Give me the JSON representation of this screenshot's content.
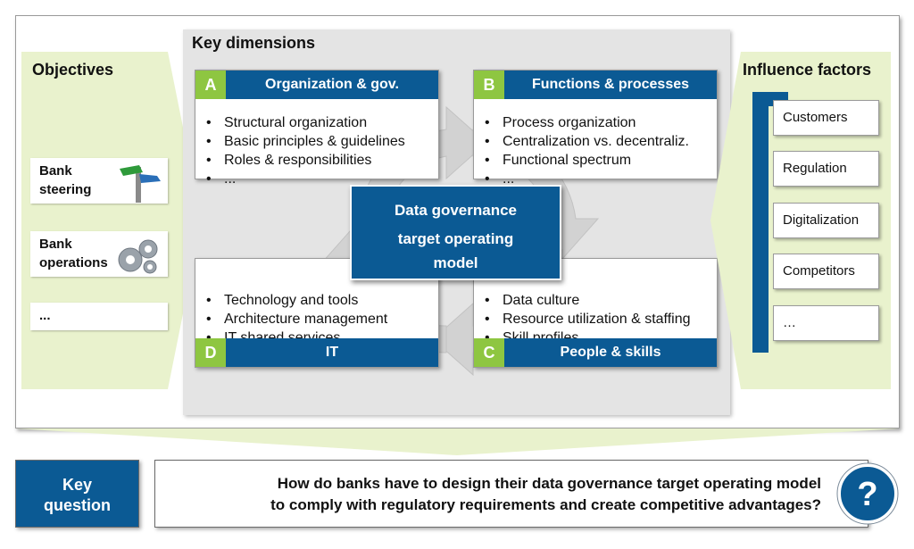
{
  "objectives": {
    "title": "Objectives",
    "items": [
      {
        "label": "Bank steering",
        "icon": "signpost-icon"
      },
      {
        "label": "Bank operations",
        "icon": "gears-icon"
      },
      {
        "label": "...",
        "icon": ""
      }
    ]
  },
  "key_dimensions": {
    "title": "Key dimensions",
    "center": {
      "line1": "Data governance",
      "line2": "target operating model"
    },
    "boxes": [
      {
        "letter": "A",
        "title": "Organization & gov.",
        "bullets": [
          "Structural organization",
          "Basic principles & guidelines",
          "Roles & responsibilities",
          "..."
        ]
      },
      {
        "letter": "B",
        "title": "Functions & processes",
        "bullets": [
          "Process organization",
          "Centralization vs. decentraliz.",
          "Functional spectrum",
          "..."
        ]
      },
      {
        "letter": "C",
        "title": "People & skills",
        "bullets": [
          "Data culture",
          "Resource utilization & staffing",
          "Skill profiles",
          "...."
        ]
      },
      {
        "letter": "D",
        "title": "IT",
        "bullets": [
          "Technology and tools",
          "Architecture management",
          "IT shared services",
          "..."
        ]
      }
    ]
  },
  "influence_factors": {
    "title": "Influence factors",
    "items": [
      "Customers",
      "Regulation",
      "Digitalization",
      "Competitors",
      "…"
    ]
  },
  "key_question": {
    "label": "Key question",
    "text_line1": "How do banks have to design their data governance target operating model",
    "text_line2": "to comply with regulatory requirements and create competitive advantages?",
    "icon_glyph": "?"
  },
  "colors": {
    "primary_blue": "#0b5a94",
    "accent_green": "#8ec641",
    "light_green": "#e9f2cd",
    "panel_grey": "#e4e4e4"
  }
}
